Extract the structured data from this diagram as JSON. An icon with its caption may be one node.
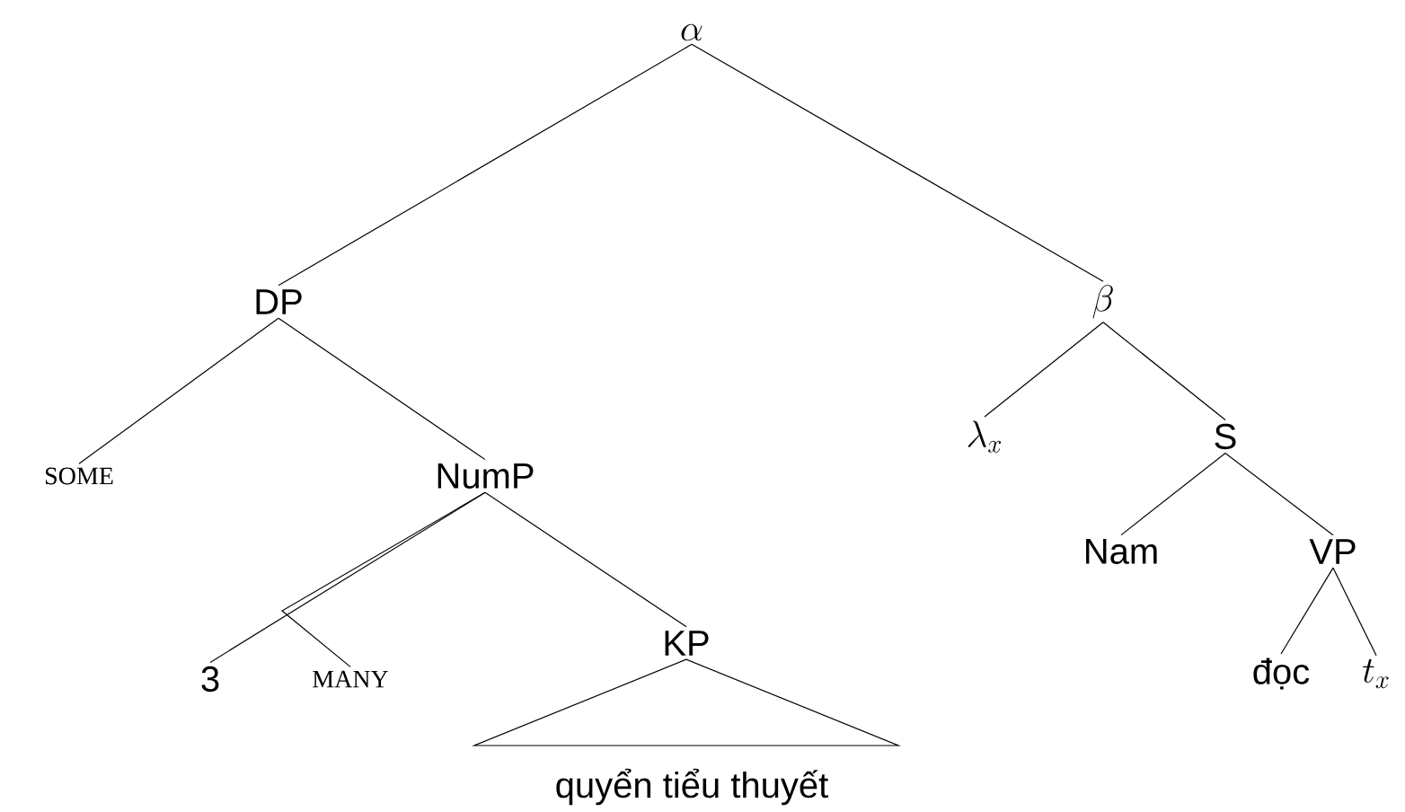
{
  "diagram": {
    "nodes": [
      {
        "text": [
          "\\alpha"
        ]
      },
      {
        "text": [
          "DP"
        ]
      },
      {
        "text": [
          "\\beta"
        ]
      },
      {
        "text": [
          "SOME"
        ]
      },
      {
        "text": [
          "NumP"
        ]
      },
      {
        "text": [
          "\\lambda_x"
        ]
      },
      {
        "text": [
          "S"
        ]
      },
      {
        "text": [
          "3"
        ]
      },
      {
        "text": [
          "MANY"
        ]
      },
      {
        "text": [
          "KP"
        ]
      },
      {
        "text": [
          "Nam"
        ]
      },
      {
        "text": [
          "VP"
        ]
      },
      {
        "text": [
          "quyển tiểu thuyết"
        ]
      },
      {
        "text": [
          "đọc"
        ]
      },
      {
        "text": [
          "t_x"
        ]
      }
    ],
    "edges": [
      {
        "from": 0,
        "to": 1,
        "arrow": "none"
      },
      {
        "from": 0,
        "to": 2,
        "arrow": "none"
      },
      {
        "from": 1,
        "to": 3,
        "arrow": "none"
      },
      {
        "from": 1,
        "to": 4,
        "arrow": "none"
      },
      {
        "from": 2,
        "to": 5,
        "arrow": "none"
      },
      {
        "from": 2,
        "to": 6,
        "arrow": "none"
      },
      {
        "from": 4,
        "to": 7,
        "arrow": "none"
      },
      {
        "from": 4,
        "to": 8,
        "arrow": "none"
      },
      {
        "from": 4,
        "to": 9,
        "arrow": "none"
      },
      {
        "from": 6,
        "to": 10,
        "arrow": "none"
      },
      {
        "from": 6,
        "to": 11,
        "arrow": "none"
      },
      {
        "from": 9,
        "to": 12,
        "arrow": "none"
      },
      {
        "from": 11,
        "to": 13,
        "arrow": "none"
      },
      {
        "from": 11,
        "to": 14,
        "arrow": "none"
      }
    ]
  }
}
